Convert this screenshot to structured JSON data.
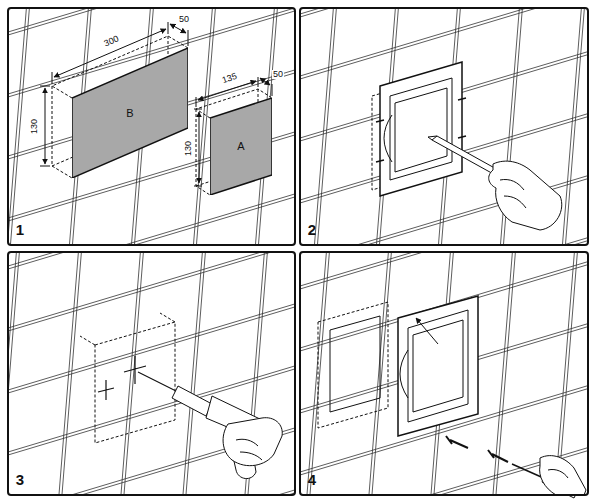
{
  "diagram": {
    "nodes": [
      {
        "text": [
          "B"
        ]
      },
      {
        "text": [
          "A"
        ]
      }
    ],
    "labels": [
      "1",
      "300",
      "50",
      "130",
      "135",
      "50",
      "130",
      "2",
      "3",
      "4"
    ]
  }
}
